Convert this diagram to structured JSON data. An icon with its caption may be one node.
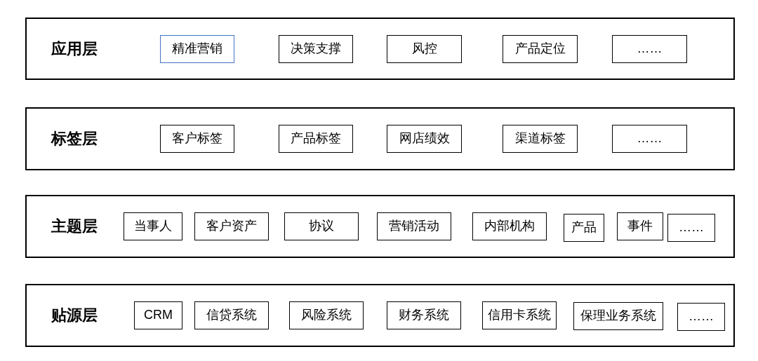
{
  "diagram": {
    "nodes": [
      {
        "text": [
          "应用层"
        ]
      },
      {
        "text": [
          "精准营销"
        ],
        "in": 0
      },
      {
        "text": [
          "决策支撑"
        ],
        "in": 0
      },
      {
        "text": [
          "风控"
        ],
        "in": 0
      },
      {
        "text": [
          "产品定位"
        ],
        "in": 0
      },
      {
        "text": [
          "……"
        ],
        "in": 0
      },
      {
        "text": [
          "标签层"
        ]
      },
      {
        "text": [
          "客户标签"
        ],
        "in": 6
      },
      {
        "text": [
          "产品标签"
        ],
        "in": 6
      },
      {
        "text": [
          "网店绩效"
        ],
        "in": 6
      },
      {
        "text": [
          "渠道标签"
        ],
        "in": 6
      },
      {
        "text": [
          "……"
        ],
        "in": 6
      },
      {
        "text": [
          "主题层"
        ]
      },
      {
        "text": [
          "当事人"
        ],
        "in": 12
      },
      {
        "text": [
          "客户资产"
        ],
        "in": 12
      },
      {
        "text": [
          "协议"
        ],
        "in": 12
      },
      {
        "text": [
          "营销活动"
        ],
        "in": 12
      },
      {
        "text": [
          "内部机构"
        ],
        "in": 12
      },
      {
        "text": [
          "产品"
        ],
        "in": 12
      },
      {
        "text": [
          "事件"
        ],
        "in": 12
      },
      {
        "text": [
          "……"
        ],
        "in": 12
      },
      {
        "text": [
          "贴源层"
        ]
      },
      {
        "text": [
          "CRM"
        ],
        "in": 21
      },
      {
        "text": [
          "信贷系统"
        ],
        "in": 21
      },
      {
        "text": [
          "风险系统"
        ],
        "in": 21
      },
      {
        "text": [
          "财务系统"
        ],
        "in": 21
      },
      {
        "text": [
          "信用卡系统"
        ],
        "in": 21
      },
      {
        "text": [
          "保理业务系统"
        ],
        "in": 21
      },
      {
        "text": [
          "……"
        ],
        "in": 21
      }
    ]
  }
}
